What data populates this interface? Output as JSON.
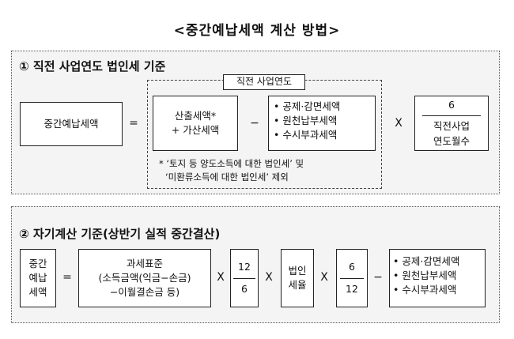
{
  "title": "<중간예납세액 계산 방법>",
  "section1": {
    "heading": "① 직전 사업연도 법인세 기준",
    "lhs": "중간예납세액",
    "eq": "=",
    "group_label": "직전 사업연도",
    "tax_line1": "산출세액*",
    "tax_line2": "+ 가산세액",
    "minus": "−",
    "deductions": [
      "• 공제·감면세액",
      "• 원천납부세액",
      "• 수시부과세액"
    ],
    "times": "X",
    "frac_num": "6",
    "frac_den1": "직전사업",
    "frac_den2": "연도월수",
    "note_line1": "* ‘토지 등 양도소득에 대한 법인세’ 및",
    "note_line2": "‘미환류소득에 대한 법인세’ 제외"
  },
  "section2": {
    "heading": "② 자기계산 기준(상반기 실적 중간결산)",
    "lhs": [
      "중간",
      "예납",
      "세액"
    ],
    "eq": "=",
    "base_title": "과세표준",
    "base_line2": "(소득금액(익금−손금)",
    "base_line3": "−이월결손금 등)",
    "times": "X",
    "frac1_num": "12",
    "frac1_den": "6",
    "rate": [
      "법인",
      "세율"
    ],
    "frac2_num": "6",
    "frac2_den": "12",
    "minus": "−",
    "deductions": [
      "• 공제·감면세액",
      "• 원천납부세액",
      "• 수시부과세액"
    ]
  }
}
